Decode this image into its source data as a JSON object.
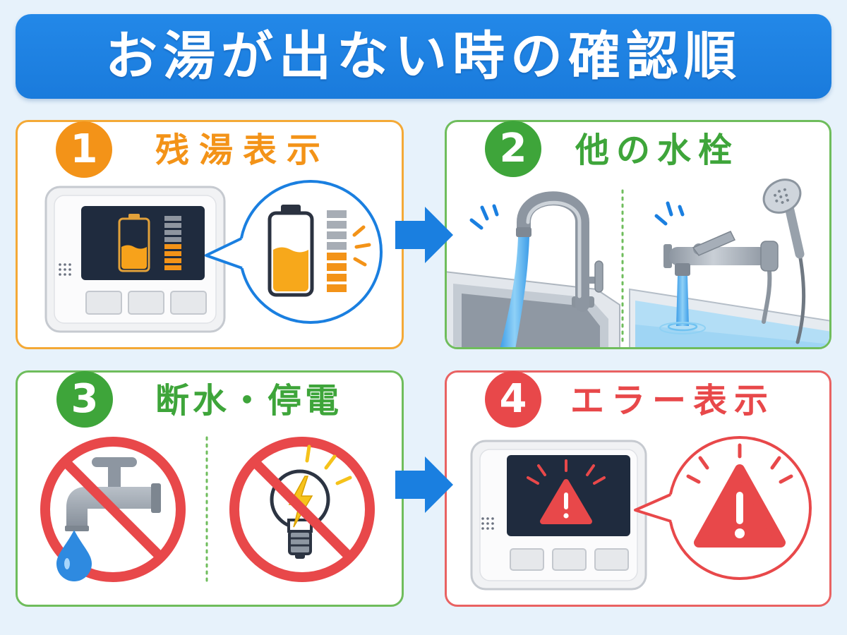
{
  "title": "お湯が出ない時の確認順",
  "colors": {
    "background": "#e7f2fb",
    "title_bar": "#1a7bdc",
    "arrow": "#1a7fe0",
    "orange": "#f39318",
    "green": "#3ea53a",
    "red": "#e8484a"
  },
  "steps": [
    {
      "number": "1",
      "label": "残湯表示",
      "icons": [
        "remote-panel-icon",
        "battery-level-icon"
      ]
    },
    {
      "number": "2",
      "label": "他の水栓",
      "icons": [
        "kitchen-faucet-icon",
        "bath-shower-faucet-icon"
      ]
    },
    {
      "number": "3",
      "label": "断水・停電",
      "icons": [
        "no-water-icon",
        "no-power-icon"
      ]
    },
    {
      "number": "4",
      "label": "エラー表示",
      "icons": [
        "remote-panel-icon",
        "error-warning-icon"
      ]
    }
  ],
  "arrows": [
    "arrow-right-icon",
    "arrow-right-icon"
  ]
}
